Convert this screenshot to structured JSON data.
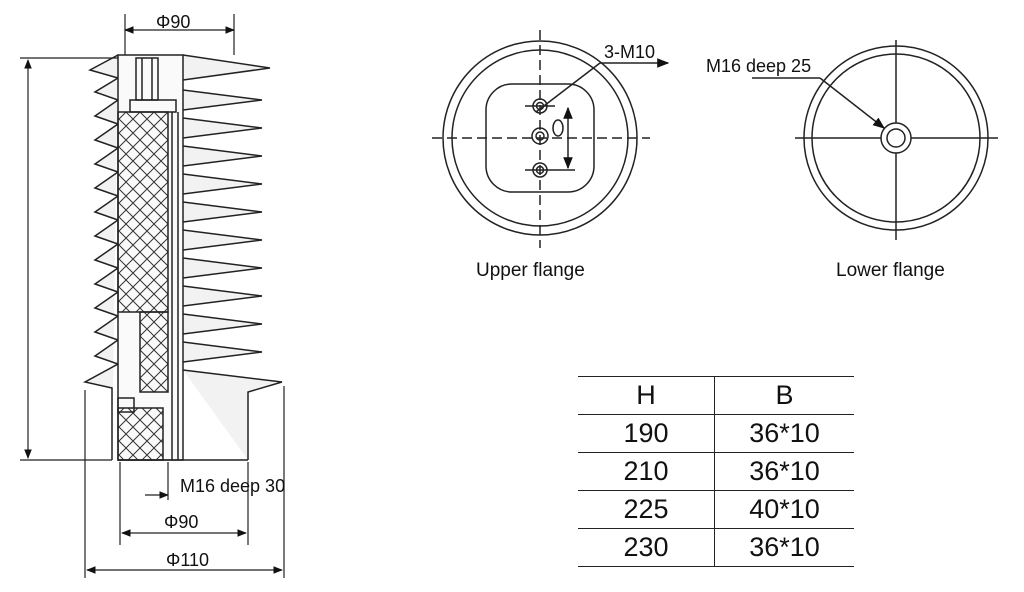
{
  "drawing": {
    "top_diameter": "Φ90",
    "bottom_hole_label": "M16 deep 30",
    "bottom_inner_diameter": "Φ90",
    "bottom_outer_diameter": "Φ110"
  },
  "upper_flange": {
    "hole_label": "3-M10",
    "caption": "Upper flange"
  },
  "lower_flange": {
    "hole_label": "M16 deep 25",
    "caption": "Lower flange"
  },
  "spec_table": {
    "headers": [
      "H",
      "B"
    ],
    "rows": [
      [
        "190",
        "36*10"
      ],
      [
        "210",
        "36*10"
      ],
      [
        "225",
        "40*10"
      ],
      [
        "230",
        "36*10"
      ]
    ]
  }
}
